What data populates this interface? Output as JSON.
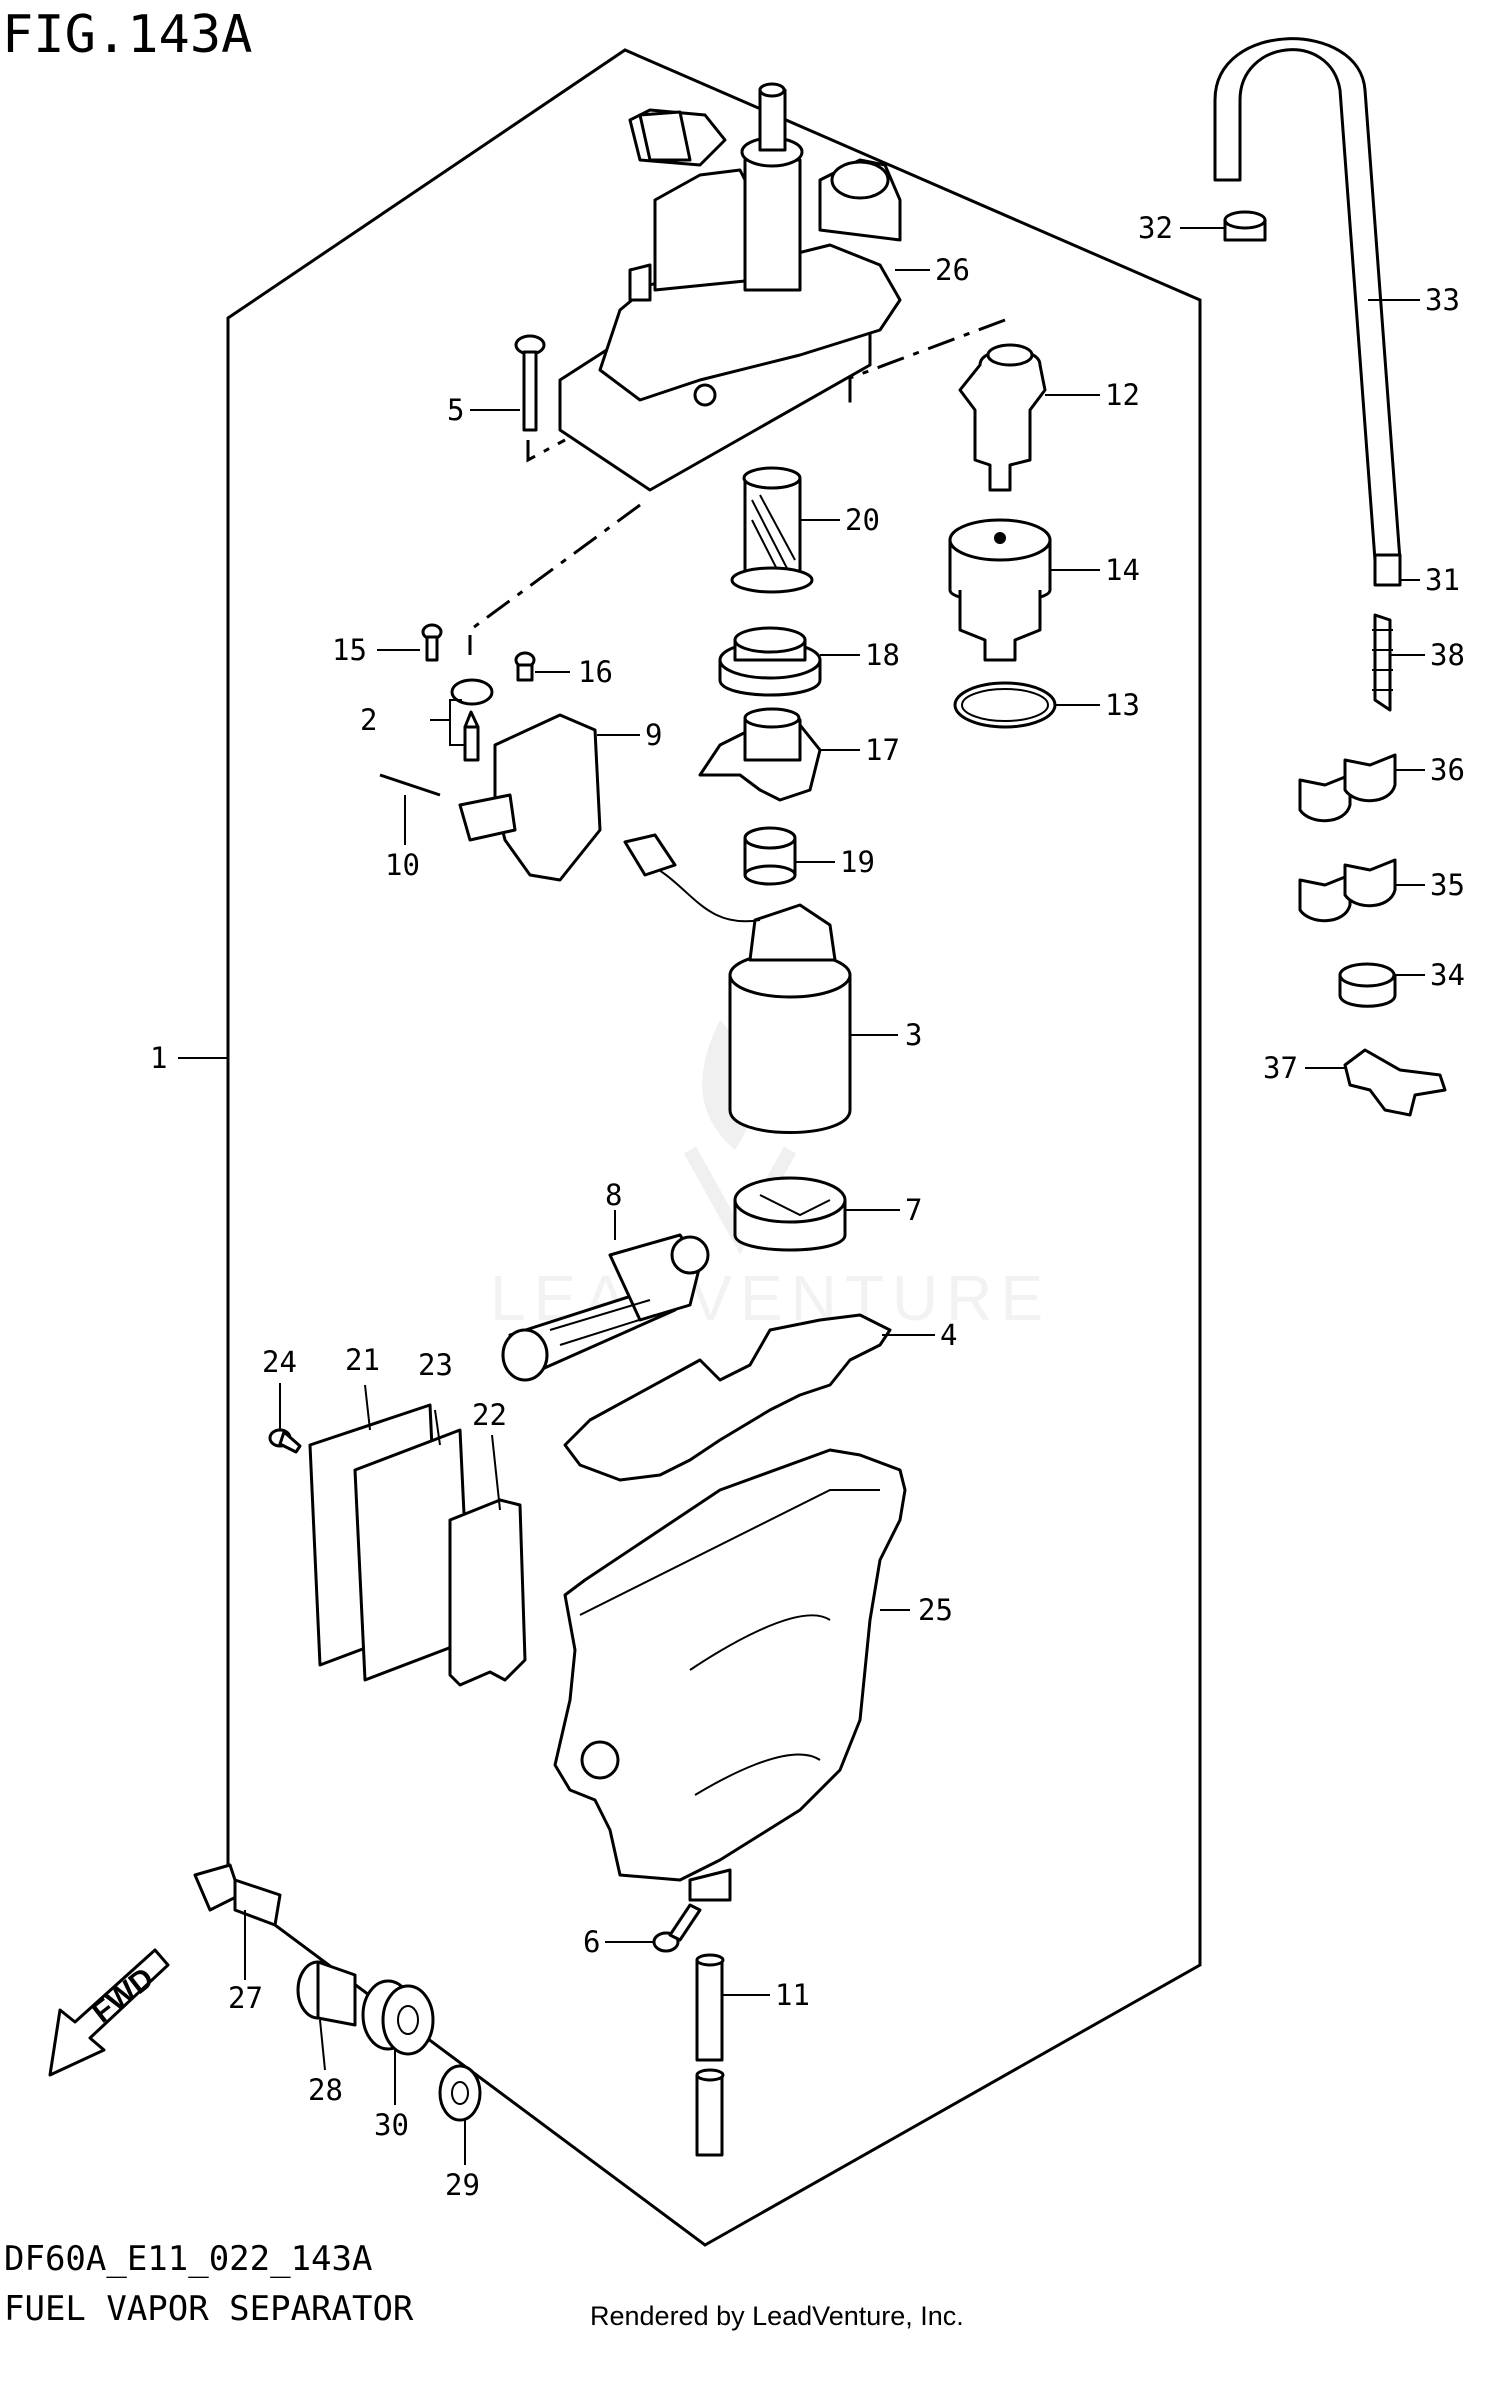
{
  "figure": {
    "title": "FIG.143A",
    "model_code": "DF60A_E11_022_143A",
    "section_name": "FUEL VAPOR SEPARATOR",
    "render_credit": "Rendered by LeadVenture, Inc.",
    "watermark": "LEADVENTURE",
    "fwd_label": "FWD"
  },
  "callouts": [
    {
      "id": "c1",
      "label": "1"
    },
    {
      "id": "c2",
      "label": "2"
    },
    {
      "id": "c3",
      "label": "3"
    },
    {
      "id": "c4",
      "label": "4"
    },
    {
      "id": "c5",
      "label": "5"
    },
    {
      "id": "c6",
      "label": "6"
    },
    {
      "id": "c7",
      "label": "7"
    },
    {
      "id": "c8",
      "label": "8"
    },
    {
      "id": "c9",
      "label": "9"
    },
    {
      "id": "c10",
      "label": "10"
    },
    {
      "id": "c11",
      "label": "11"
    },
    {
      "id": "c12",
      "label": "12"
    },
    {
      "id": "c13",
      "label": "13"
    },
    {
      "id": "c14",
      "label": "14"
    },
    {
      "id": "c15",
      "label": "15"
    },
    {
      "id": "c16",
      "label": "16"
    },
    {
      "id": "c17",
      "label": "17"
    },
    {
      "id": "c18",
      "label": "18"
    },
    {
      "id": "c19",
      "label": "19"
    },
    {
      "id": "c20",
      "label": "20"
    },
    {
      "id": "c21",
      "label": "21"
    },
    {
      "id": "c22",
      "label": "22"
    },
    {
      "id": "c23",
      "label": "23"
    },
    {
      "id": "c24",
      "label": "24"
    },
    {
      "id": "c25",
      "label": "25"
    },
    {
      "id": "c26",
      "label": "26"
    },
    {
      "id": "c27",
      "label": "27"
    },
    {
      "id": "c28",
      "label": "28"
    },
    {
      "id": "c29",
      "label": "29"
    },
    {
      "id": "c30",
      "label": "30"
    },
    {
      "id": "c31",
      "label": "31"
    },
    {
      "id": "c32",
      "label": "32"
    },
    {
      "id": "c33",
      "label": "33"
    },
    {
      "id": "c34",
      "label": "34"
    },
    {
      "id": "c35",
      "label": "35"
    },
    {
      "id": "c36",
      "label": "36"
    },
    {
      "id": "c37",
      "label": "37"
    },
    {
      "id": "c38",
      "label": "38"
    }
  ]
}
